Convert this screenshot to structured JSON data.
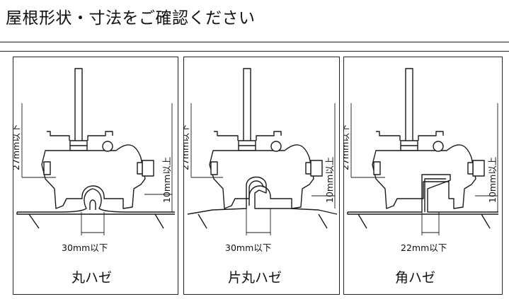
{
  "page": {
    "title": "屋根形状・寸法をご確認ください"
  },
  "panels": [
    {
      "name": "丸ハゼ",
      "dim_left": "27mm以下",
      "dim_right": "10mm以上",
      "dim_bottom": "30mm以下"
    },
    {
      "name": "片丸ハゼ",
      "dim_left": "27mm以下",
      "dim_right": "10mm以上",
      "dim_bottom": "30mm以下"
    },
    {
      "name": "角ハゼ",
      "dim_left": "27mm以下",
      "dim_right": "10mm以上",
      "dim_bottom": "22mm以下"
    }
  ],
  "colors": {
    "line": "#1a1a1a",
    "hatch": "#777777",
    "background": "#ffffff"
  }
}
